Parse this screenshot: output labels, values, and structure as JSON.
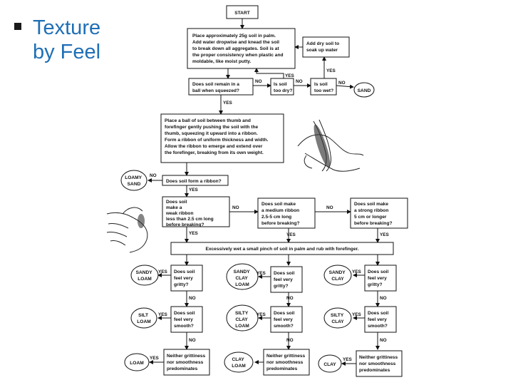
{
  "title": {
    "line1": "Texture",
    "line2": "by Feel"
  },
  "flowchart": {
    "start": "START",
    "step1": [
      "Place approximately 25g soil in palm.",
      "Add water dropwise and knead the soil",
      "to break down all aggregates. Soil is at",
      "the proper consistency when plastic and",
      "moldable, like moist putty."
    ],
    "add_dry": [
      "Add dry soil to",
      "soak up water"
    ],
    "q_remain": [
      "Does soil remain in a",
      "ball when squeezed?"
    ],
    "q_dry": [
      "Is soil",
      "too dry?"
    ],
    "q_wet": [
      "Is soil",
      "too wet?"
    ],
    "sand": "SAND",
    "step2": [
      "Place a ball of soil between thumb and",
      "forefinger gently pushing the soil with the",
      "thumb, squeezing it upward into a ribbon.",
      "Form a ribbon of uniform thickness and width.",
      "Allow the ribbon to emerge and extend over",
      "the forefinger, breaking from its own weight."
    ],
    "loamy_sand": [
      "LOAMY",
      "SAND"
    ],
    "q_ribbon": "Does soil form a ribbon?",
    "q_weak": [
      "Does soil",
      "make a",
      "weak ribbon",
      "less than 2.5 cm long",
      "before breaking?"
    ],
    "q_medium": [
      "Does soil make",
      "a medium ribbon",
      "2.5-5 cm long",
      "before breaking?"
    ],
    "q_strong": [
      "Does soil make",
      "a strong ribbon",
      "5 cm or longer",
      "before breaking?"
    ],
    "wet_pinch": "Excessively wet a small pinch of soil in palm and rub with forefinger.",
    "q_gritty": [
      "Does soil",
      "feel very",
      "gritty?"
    ],
    "q_smooth": [
      "Does soil",
      "feel very",
      "smooth?"
    ],
    "q_neither": [
      "Neither grittiness",
      "nor smoothness",
      "predominates"
    ],
    "sandy_loam": [
      "SANDY",
      "LOAM"
    ],
    "sandy_clay_loam": [
      "SANDY",
      "CLAY",
      "LOAM"
    ],
    "sandy_clay": [
      "SANDY",
      "CLAY"
    ],
    "silt_loam": [
      "SILT",
      "LOAM"
    ],
    "silty_clay_loam": [
      "SILTY",
      "CLAY",
      "LOAM"
    ],
    "silty_clay": [
      "SILTY",
      "CLAY"
    ],
    "loam": "LOAM",
    "clay_loam": [
      "CLAY",
      "LOAM"
    ],
    "clay": "CLAY",
    "yes": "YES",
    "no": "NO"
  }
}
